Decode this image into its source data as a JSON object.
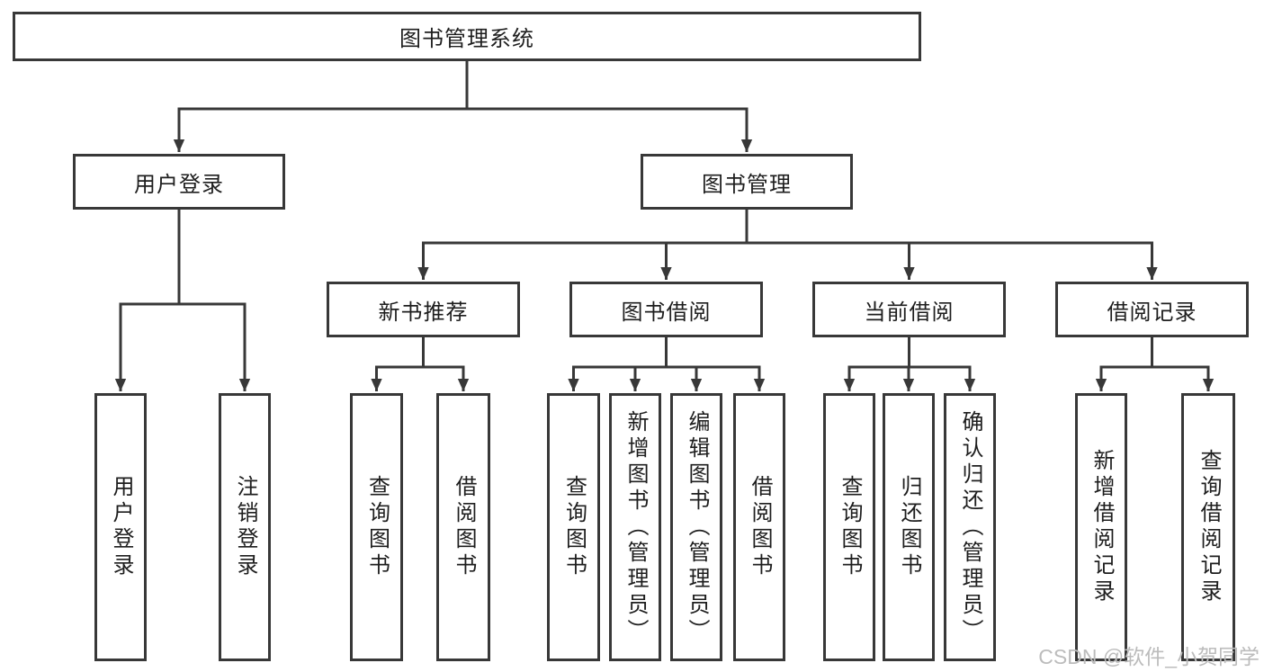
{
  "diagram": {
    "title": "图书管理系统",
    "login_branch": {
      "label": "用户登录",
      "children": [
        "用户登录",
        "注销登录"
      ]
    },
    "management_branch": {
      "label": "图书管理",
      "sections": [
        {
          "label": "新书推荐",
          "children": [
            "查询图书",
            "借阅图书"
          ]
        },
        {
          "label": "图书借阅",
          "children": [
            "查询图书",
            "新增图书（管理员）",
            "编辑图书（管理员）",
            "借阅图书"
          ]
        },
        {
          "label": "当前借阅",
          "children": [
            "查询图书",
            "归还图书",
            "确认归还（管理员）"
          ]
        },
        {
          "label": "借阅记录",
          "children": [
            "新增借阅记录",
            "查询借阅记录"
          ]
        }
      ]
    }
  },
  "watermark": "CSDN @软件_小贺同学",
  "colors": {
    "line": "#383838",
    "text": "#1e1e1e",
    "watermark": "#bcbcbc",
    "background": "#ffffff"
  }
}
